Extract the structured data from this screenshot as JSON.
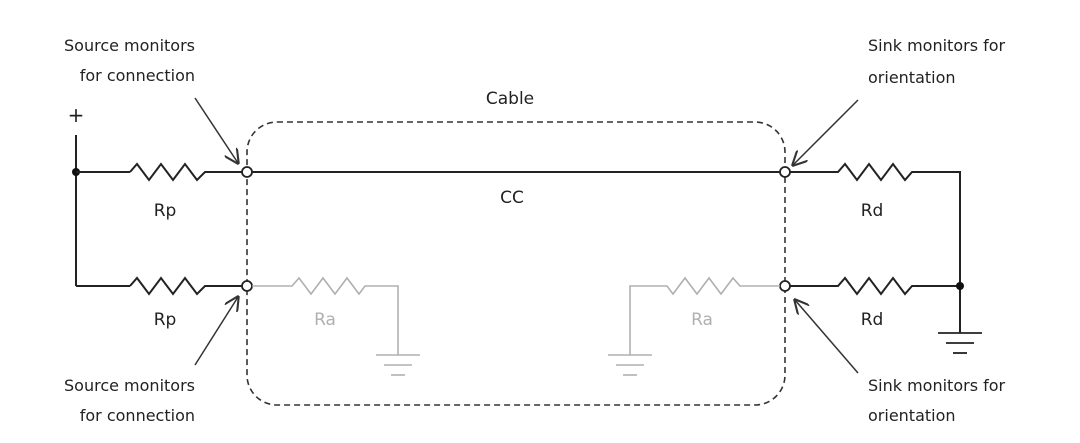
{
  "labels": {
    "plus": "+",
    "cable": "Cable",
    "cc": "CC",
    "rp_top": "Rp",
    "rp_bottom": "Rp",
    "rd_top": "Rd",
    "rd_bottom": "Rd",
    "ra_left": "Ra",
    "ra_right": "Ra"
  },
  "annotations": {
    "source_top": [
      "Source monitors",
      "for connection"
    ],
    "source_bottom": [
      "Source monitors",
      "for connection"
    ],
    "sink_top": [
      "Sink monitors for",
      "orientation"
    ],
    "sink_bottom": [
      "Sink monitors for",
      "orientation"
    ]
  },
  "colors": {
    "wire": "#222222",
    "faint": "#b0b0b0",
    "dash": "#333333"
  }
}
